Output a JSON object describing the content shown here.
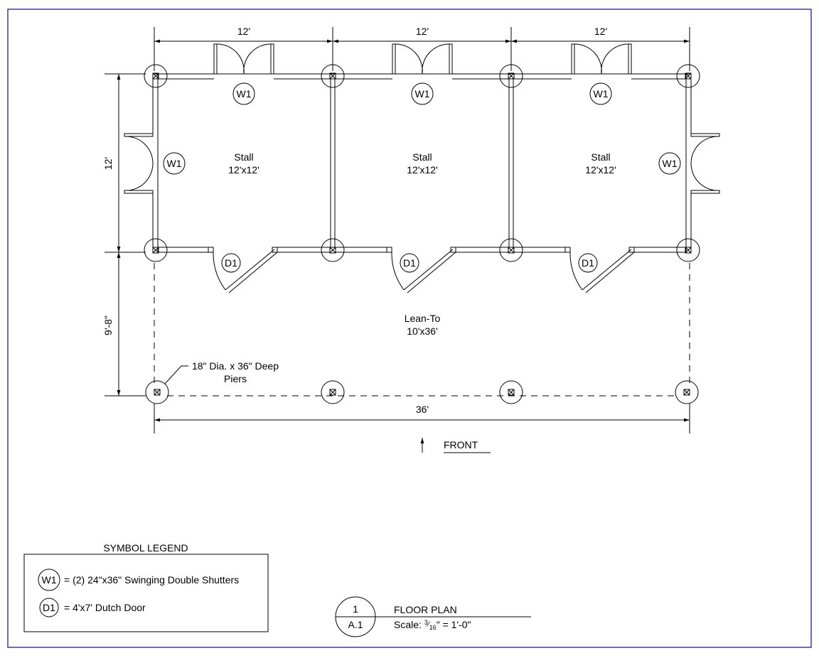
{
  "dimensions": {
    "stall_width_1": "12'",
    "stall_width_2": "12'",
    "stall_width_3": "12'",
    "stall_depth": "12'",
    "leanto_depth": "9'-8\"",
    "overall_width": "36'"
  },
  "rooms": {
    "stall_1": {
      "name": "Stall",
      "size": "12'x12'"
    },
    "stall_2": {
      "name": "Stall",
      "size": "12'x12'"
    },
    "stall_3": {
      "name": "Stall",
      "size": "12'x12'"
    },
    "lean_to": {
      "name": "Lean-To",
      "size": "10'x36'"
    }
  },
  "tags": {
    "window": "W1",
    "door": "D1"
  },
  "pier_note": {
    "line1": "18\" Dia. x 36\" Deep",
    "line2": "Piers"
  },
  "front_label": "FRONT",
  "legend": {
    "title": "SYMBOL LEGEND",
    "w1_tag": "W1",
    "w1_text": "= (2) 24\"x36\" Swinging Double Shutters",
    "d1_tag": "D1",
    "d1_text": "= 4'x7' Dutch Door"
  },
  "title_block": {
    "number": "1",
    "sheet": "A.1",
    "title": "FLOOR PLAN",
    "scale_prefix": "Scale: ",
    "scale_num": "3",
    "scale_den": "16",
    "scale_suffix": "\" = 1'-0\""
  },
  "colors": {
    "frame": "#1f1f8f",
    "line": "#000000"
  }
}
